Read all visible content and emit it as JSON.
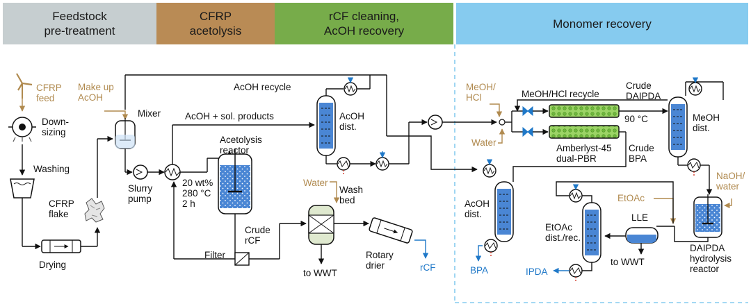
{
  "stages": [
    "Feedstock\npre-treatment",
    "CFRP\nacetolysis",
    "rCF cleaning,\nAcOH recovery",
    "Monomer recovery"
  ],
  "labels": {
    "cfrp_feed": "CFRP\nfeed",
    "makeup_acoh": "Make up\nAcOH",
    "mixer": "Mixer",
    "downsizing": "Down-\nsizing",
    "washing": "Washing",
    "cfrp_flake": "CFRP\nflake",
    "drying": "Drying",
    "slurry_pump": "Slurry\npump",
    "acoh_recycle": "AcOH recycle",
    "acoh_sol_products": "AcOH + sol. products",
    "acetolysis_reactor": "Acetolysis\nreactor",
    "conditions": "20 wt%\n280 °C\n2 h",
    "filter": "Filter",
    "crude_rcf": "Crude\nrCF",
    "acoh_dist_top": "AcOH\ndist.",
    "water_wash": "Water",
    "wash_bed": "Wash\nbed",
    "to_wwt_left": "to WWT",
    "rotary_drier": "Rotary\ndrier",
    "rcf": "rCF",
    "meoh_hcl_in": "MeOH/\nHCl",
    "meoh_hcl_recycle": "MeOH/HCl recycle",
    "water_pbr": "Water",
    "amberlyst": "Amberlyst-45\ndual-PBR",
    "crude_daipda": "Crude\nDAIPDA",
    "temp_90": "90 °C",
    "crude_bpa": "Crude\nBPA",
    "meoh_dist": "MeOH\ndist.",
    "acoh_dist_right": "AcOH\ndist.",
    "bpa": "BPA",
    "naoh_water": "NaOH/\nwater",
    "etoac_in": "EtOAc",
    "etoac_dist": "EtOAc\ndist./rec.",
    "lle": "LLE",
    "to_wwt_right": "to WWT",
    "daipda_reactor": "DAIPDA\nhydrolysis\nreactor",
    "ipda": "IPDA"
  },
  "colors": {
    "stage_feedstock": "#c6ced0",
    "stage_acetolysis": "#b98b55",
    "stage_rcf": "#77ac4a",
    "stage_monomer": "#86cbef",
    "feed_streams": "#b08a4f",
    "product_streams": "#1f78c8",
    "column_fill": "#3f7fcf",
    "pbr_fill": "#8fd05a"
  }
}
